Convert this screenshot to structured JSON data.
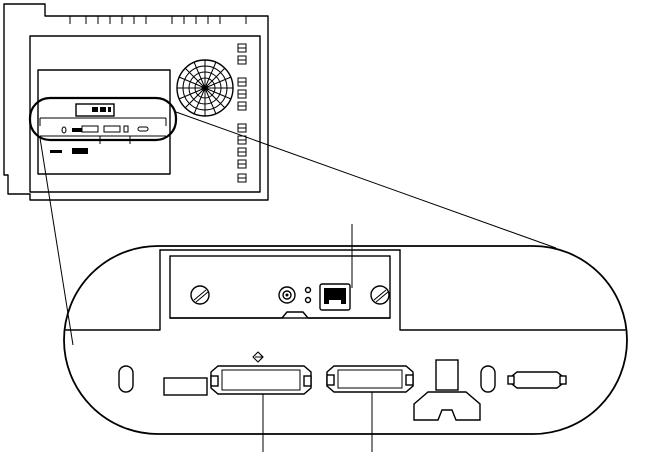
{
  "figure": {
    "connectors": [
      "network-card",
      "bnc-connector",
      "rj45-connector",
      "status-leds",
      "parallel-port",
      "serial-port",
      "power-socket",
      "mini-port"
    ],
    "symbols": {
      "parallel_port_symbol": "diamond-arrow"
    }
  }
}
